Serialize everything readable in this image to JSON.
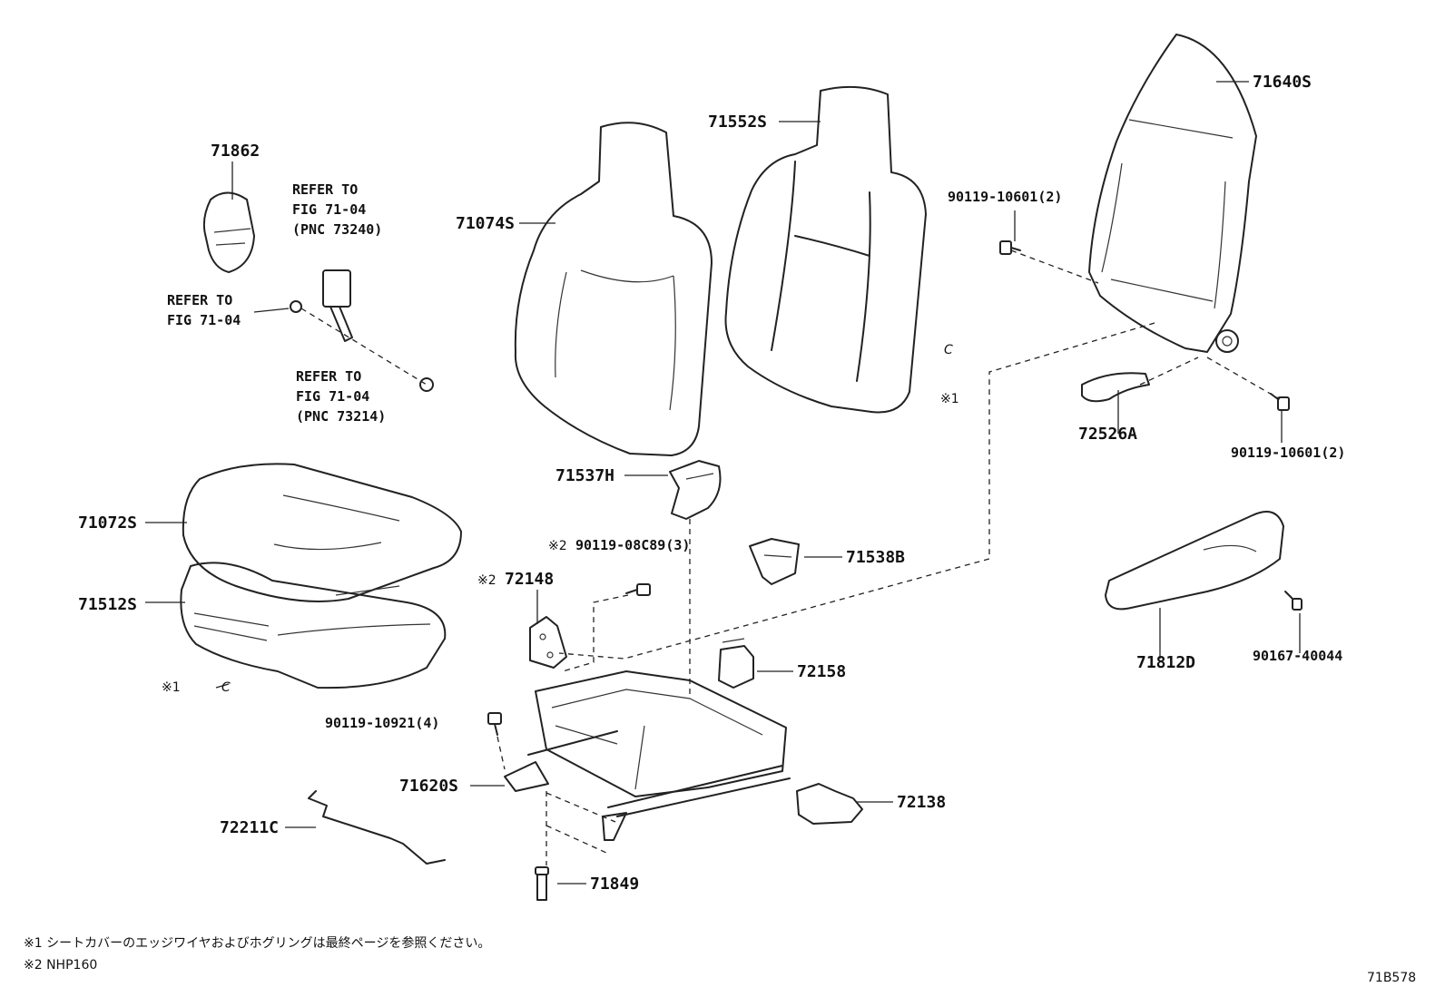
{
  "parts": {
    "p71862": "71862",
    "p71074S": "71074S",
    "p71552S": "71552S",
    "p71640S": "71640S",
    "p90119_10601_a": "90119-10601(2)",
    "p90119_10601_b": "90119-10601(2)",
    "p72526A": "72526A",
    "p71537H": "71537H",
    "p71072S": "71072S",
    "p71512S": "71512S",
    "p90119_08C89": "90119-08C89(3)",
    "p72148": "72148",
    "p71538B": "71538B",
    "p72158": "72158",
    "p90119_10921": "90119-10921(4)",
    "p71620S": "71620S",
    "p72211C": "72211C",
    "p72138": "72138",
    "p71849": "71849",
    "p71812D": "71812D",
    "p90167_40044": "90167-40044"
  },
  "refs": {
    "refer1_l1": "REFER TO",
    "refer1_l2": "FIG 71-04",
    "refer1_l3": "(PNC 73240)",
    "refer2_l1": "REFER TO",
    "refer2_l2": "FIG 71-04",
    "refer3_l1": "REFER TO",
    "refer3_l2": "FIG 71-04",
    "refer3_l3": "(PNC 73214)"
  },
  "marks": {
    "mark1": "※1",
    "mark2": "※2",
    "c_letter": "C"
  },
  "footnotes": {
    "note1": "※1  シートカバーのエッジワイヤおよびホグリングは最終ページを参照ください。",
    "note2": "※2  NHP160"
  },
  "figure_code": "71B578"
}
